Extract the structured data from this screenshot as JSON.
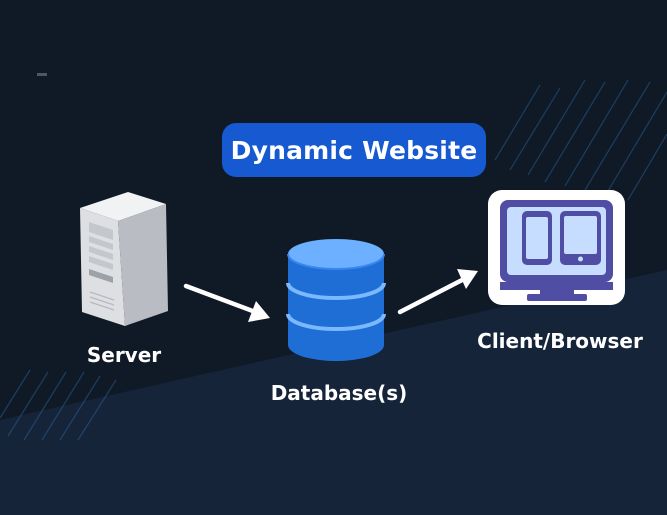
{
  "title": "Dynamic Website",
  "nodes": {
    "server": {
      "label": "Server",
      "icon": "server-tower-icon"
    },
    "database": {
      "label": "Database(s)",
      "icon": "database-cylinder-icon"
    },
    "client": {
      "label": "Client/Browser",
      "icon": "monitor-devices-icon"
    }
  },
  "edges": [
    {
      "from": "server",
      "to": "database"
    },
    {
      "from": "database",
      "to": "client"
    }
  ],
  "colors": {
    "background_top": "#101a27",
    "background_bottom": "#16243a",
    "accent": "#1659d0",
    "database_blue": "#3a86ef",
    "monitor_purple": "#4f4ea4",
    "text": "#ffffff"
  }
}
